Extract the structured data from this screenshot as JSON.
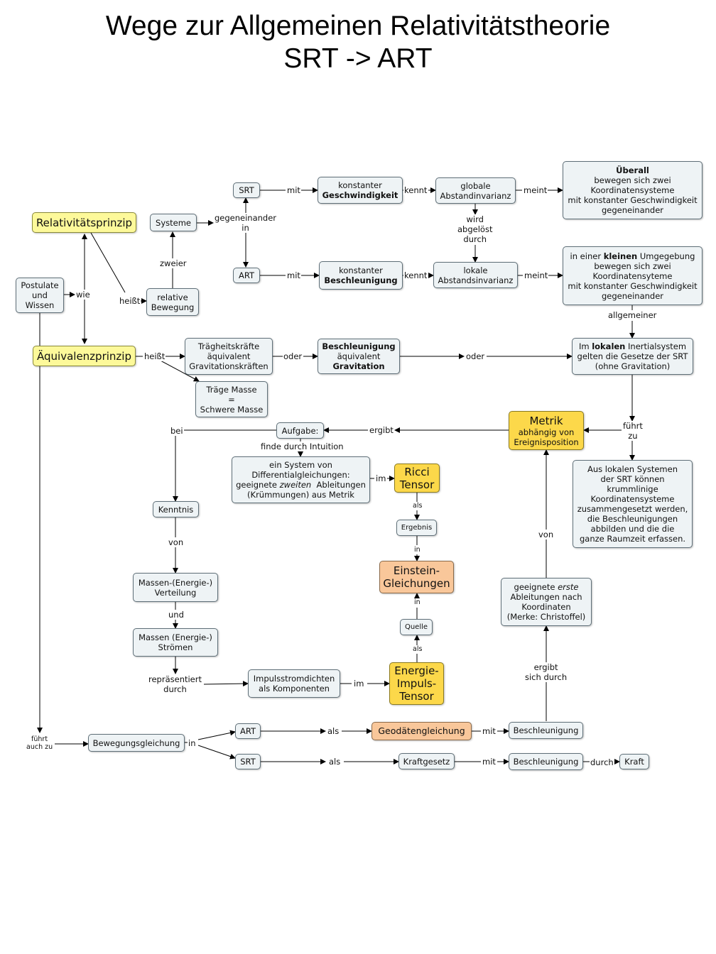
{
  "title": {
    "line1": "Wege zur Allgemeinen Relativitätstheorie",
    "line2": "SRT -> ART"
  },
  "nodes": {
    "relativitaetsprinzip": "Relativitätsprinzip",
    "aequivalenzprinzip": "Äquivalenzprinzip",
    "postulate": [
      "Postulate",
      "und",
      "Wissen"
    ],
    "systeme": "Systeme",
    "relative_bewegung": [
      "relative",
      "Bewegung"
    ],
    "srt_top": "SRT",
    "art_top": "ART",
    "konst_geschw": [
      "konstanter",
      "Geschwindigkeit"
    ],
    "konst_beschl": [
      "konstanter",
      "Beschleunigung"
    ],
    "globale": [
      "globale",
      "Abstandinvarianz"
    ],
    "lokale": [
      "lokale",
      "Abstandsinvarianz"
    ],
    "ueberall": [
      "Überall",
      "bewegen sich zwei",
      "Koordinatensysteme",
      "mit konstanter Geschwindigkeit",
      "gegeneinander"
    ],
    "kleinen": [
      "in einer ",
      "kleinen",
      " Umgegebung",
      "bewegen sich zwei",
      "Koordinatensyteme",
      "mit konstanter Geschwindigkeit",
      "gegeneinander"
    ],
    "traegheitskraefte": [
      "Trägheitskräfte",
      "äquivalent",
      "Gravitationskräften"
    ],
    "beschl_grav": [
      "Beschleunigung",
      "äquivalent",
      "Gravitation"
    ],
    "traege_masse": [
      "Träge Masse",
      "=",
      "Schwere Masse"
    ],
    "lokalen_inertial": [
      "Im ",
      "lokalen",
      " Inertialsystem",
      "gelten die Gesetze der SRT",
      "(ohne Gravitation)"
    ],
    "metrik": [
      "Metrik",
      "abhängig von",
      "Ereignisposition"
    ],
    "aufgabe": "Aufgabe:",
    "dgl_system": [
      "ein System von",
      "Differentialgleichungen:",
      "geeignete ",
      "zweiten",
      "  Ableitungen",
      "(Krümmungen) aus Metrik"
    ],
    "ricci": [
      "Ricci",
      "Tensor"
    ],
    "ergebnis": "Ergebnis",
    "einstein": [
      "Einstein-",
      "Gleichungen"
    ],
    "quelle": "Quelle",
    "energie_impuls": [
      "Energie-",
      "Impuls-",
      "Tensor"
    ],
    "kenntnis": "Kenntnis",
    "massen_verteilung": [
      "Massen-(Energie-)",
      "Verteilung"
    ],
    "massen_stroeme": [
      "Massen (Energie-)",
      "Strömen"
    ],
    "impulsstromdichten": [
      "Impulsstromdichten",
      "als Komponenten"
    ],
    "lokale_systeme": [
      "Aus lokalen Systemen",
      "der SRT können",
      "krummlinige",
      "Koordinatensysteme",
      "zusammengesetzt werden,",
      "die Beschleunigungen",
      "abbilden und die die",
      "ganze Raumzeit erfassen."
    ],
    "erste_ableitungen": [
      "geeignete ",
      "erste",
      "Ableitungen nach",
      "Koordinaten",
      "(Merke: Christoffel)"
    ],
    "bewegungsgleichung": "Bewegungsgleichung",
    "art_bottom": "ART",
    "srt_bottom": "SRT",
    "geodaeten": "Geodätengleichung",
    "kraftgesetz": "Kraftgesetz",
    "beschl_art": "Beschleunigung",
    "beschl_srt": "Beschleunigung",
    "kraft": "Kraft"
  },
  "labels": {
    "wie": "wie",
    "heisst1": "heißt",
    "heisst2": "heißt",
    "zweier": "zweier",
    "gegeneinander": [
      "gegeneinander",
      "in"
    ],
    "mit1": "mit",
    "mit2": "mit",
    "kennt1": "kennt",
    "kennt2": "kennt",
    "meint1": "meint",
    "meint2": "meint",
    "wird_abgeloest": [
      "wird",
      "abgelöst",
      "durch"
    ],
    "allgemeiner": "allgemeiner",
    "oder1": "oder",
    "oder2": "oder",
    "fuehrt_zu": [
      "führt",
      "zu"
    ],
    "ergibt": "ergibt",
    "bei": "bei",
    "finde": "finde durch Intuition",
    "im1": "im",
    "als1": "als",
    "in1": "in",
    "in2": "in",
    "als2": "als",
    "von1": "von",
    "und": "und",
    "repraesentiert": [
      "repräsentiert",
      "durch"
    ],
    "im2": "im",
    "von2": "von",
    "ergibt_durch": [
      "ergibt",
      "sich durch"
    ],
    "fuehrt_auch": [
      "führt",
      "auch zu"
    ],
    "in3": "in",
    "als3": "als",
    "als4": "als",
    "mit3": "mit",
    "mit4": "mit",
    "durch": "durch"
  },
  "colors": {
    "node_fill": "#eef3f5",
    "yellow": "#fdf99a",
    "gold": "#fcd84a",
    "orange": "#f9c79a",
    "edge": "#000000"
  }
}
